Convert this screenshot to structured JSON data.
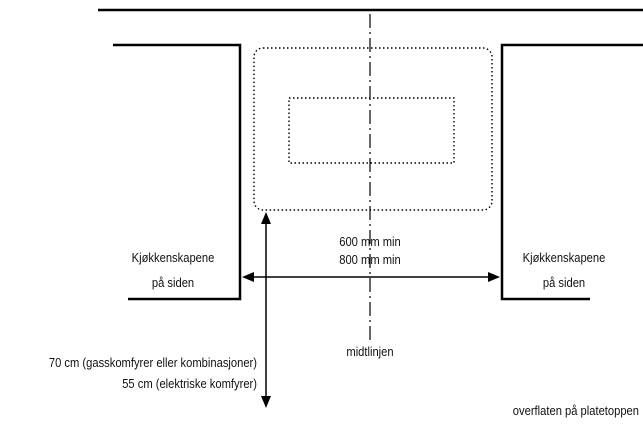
{
  "labels": {
    "cabinet_left_line1": "Kjøkkenskapene",
    "cabinet_left_line2": "på siden",
    "cabinet_right_line1": "Kjøkkenskapene",
    "cabinet_right_line2": "på siden",
    "width_min_1": "600 mm min",
    "width_min_2": "800 mm min",
    "centerline": "midtlinjen",
    "height_gas": "70 cm (gasskomfyrer eller kombinasjoner)",
    "height_electric": "55 cm (elektriske komfyrer)",
    "surface": "overflaten på platetoppen"
  },
  "colors": {
    "line": "#000000",
    "text": "#111111"
  }
}
